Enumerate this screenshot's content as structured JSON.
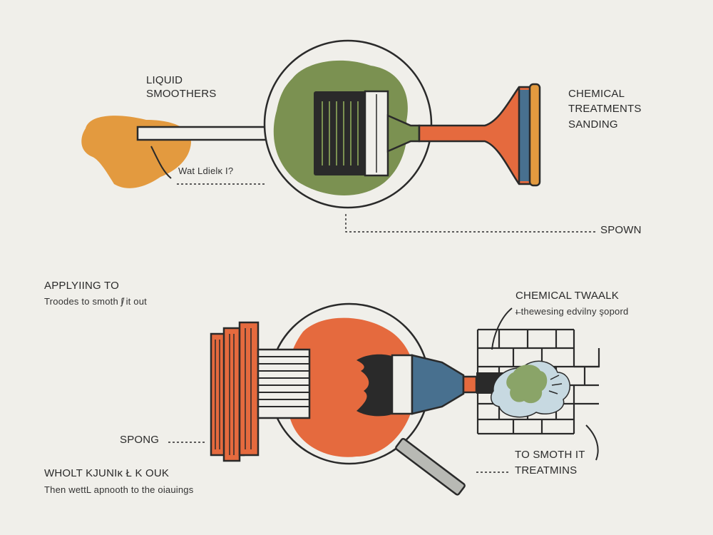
{
  "labels": {
    "liquid_smoothers_line1": "LIQUID",
    "liquid_smoothers_line2": "SMOOTHERS",
    "wat_liquid": "Wat Ldielĸ I?",
    "chemical_treatments_line1": "CHEMICAL",
    "chemical_treatments_line2": "TREATMENTS",
    "sanding": "SANDING",
    "spown": "SPOWN",
    "applying_to": "APPLYIING TO",
    "troodes": "Troodes to smoth  ʃ̸  it out",
    "chemical_twaalk": "CHEMICAL TWAALK",
    "thewesing": "ı̶ thewesing edvilny şopord",
    "spong": "SPONG",
    "to_smoth_it": "TO SMOTH IT",
    "treatmins": "TREATMINS",
    "wholt": "WHOLT KJUNIĸ Ł K OUK",
    "then_wettl": "Then wettL apnooth to the oiauings"
  },
  "colors": {
    "background": "#f0efea",
    "outline": "#2a2a2a",
    "orange": "#e56a3e",
    "mustard": "#e39a3f",
    "olive": "#7b9151",
    "slate": "#48708f",
    "sage": "#8aa468",
    "light_blue": "#c7d9e1",
    "grey": "#b8b9b4"
  },
  "icons": [
    "paint-brush-icon",
    "plunger-icon",
    "liquid-splash-icon",
    "sanding-block-icon",
    "brick-wall-icon",
    "squeegee-icon"
  ]
}
